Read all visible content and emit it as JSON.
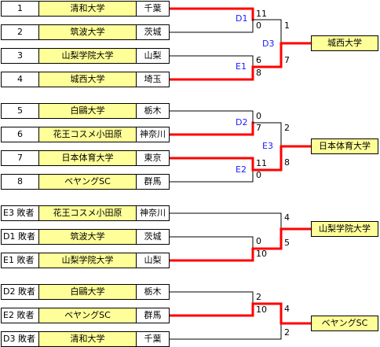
{
  "blocks": [
    {
      "rows": [
        {
          "seed": "1",
          "team": "清和大学",
          "pref": "千葉"
        },
        {
          "seed": "2",
          "team": "筑波大学",
          "pref": "茨城"
        },
        {
          "seed": "3",
          "team": "山梨学院大学",
          "pref": "山梨"
        },
        {
          "seed": "4",
          "team": "城西大学",
          "pref": "埼玉"
        }
      ],
      "matches": [
        {
          "label": "D1",
          "score_top": "11",
          "score_bottom": "0"
        },
        {
          "label": "E1",
          "score_top": "6",
          "score_bottom": "8"
        },
        {
          "label": "D3",
          "score_top": "1",
          "score_bottom": "7"
        }
      ],
      "winner": "城西大学"
    },
    {
      "rows": [
        {
          "seed": "5",
          "team": "白鷗大学",
          "pref": "栃木"
        },
        {
          "seed": "6",
          "team": "花王コスメ小田原",
          "pref": "神奈川"
        },
        {
          "seed": "7",
          "team": "日本体育大学",
          "pref": "東京"
        },
        {
          "seed": "8",
          "team": "ベヤングSC",
          "pref": "群馬"
        }
      ],
      "matches": [
        {
          "label": "D2",
          "score_top": "0",
          "score_bottom": "7"
        },
        {
          "label": "E2",
          "score_top": "11",
          "score_bottom": "0"
        },
        {
          "label": "E3",
          "score_top": "2",
          "score_bottom": "8"
        }
      ],
      "winner": "日本体育大学"
    },
    {
      "rows": [
        {
          "seed": "E3 敗者",
          "team": "花王コスメ小田原",
          "pref": "神奈川"
        },
        {
          "seed": "D1 敗者",
          "team": "筑波大学",
          "pref": "茨城"
        },
        {
          "seed": "E1 敗者",
          "team": "山梨学院大学",
          "pref": "山梨"
        }
      ],
      "matches": [
        {
          "label": "",
          "score_top": "0",
          "score_bottom": "10"
        },
        {
          "label": "",
          "score_top": "4",
          "score_bottom": "5"
        }
      ],
      "winner": "山梨学院大学"
    },
    {
      "rows": [
        {
          "seed": "D2 敗者",
          "team": "白鷗大学",
          "pref": "栃木"
        },
        {
          "seed": "E2 敗者",
          "team": "ベヤングSC",
          "pref": "群馬"
        },
        {
          "seed": "D3 敗者",
          "team": "清和大学",
          "pref": "千葉"
        }
      ],
      "matches": [
        {
          "label": "",
          "score_top": "2",
          "score_bottom": "10"
        },
        {
          "label": "",
          "score_top": "4",
          "score_bottom": "2"
        }
      ],
      "winner": "ベヤングSC"
    }
  ],
  "colors": {
    "winner_line": "#ff0000",
    "loser_line": "#000000",
    "team_fill": "#ffff99",
    "match_label": "#1a1aff"
  }
}
